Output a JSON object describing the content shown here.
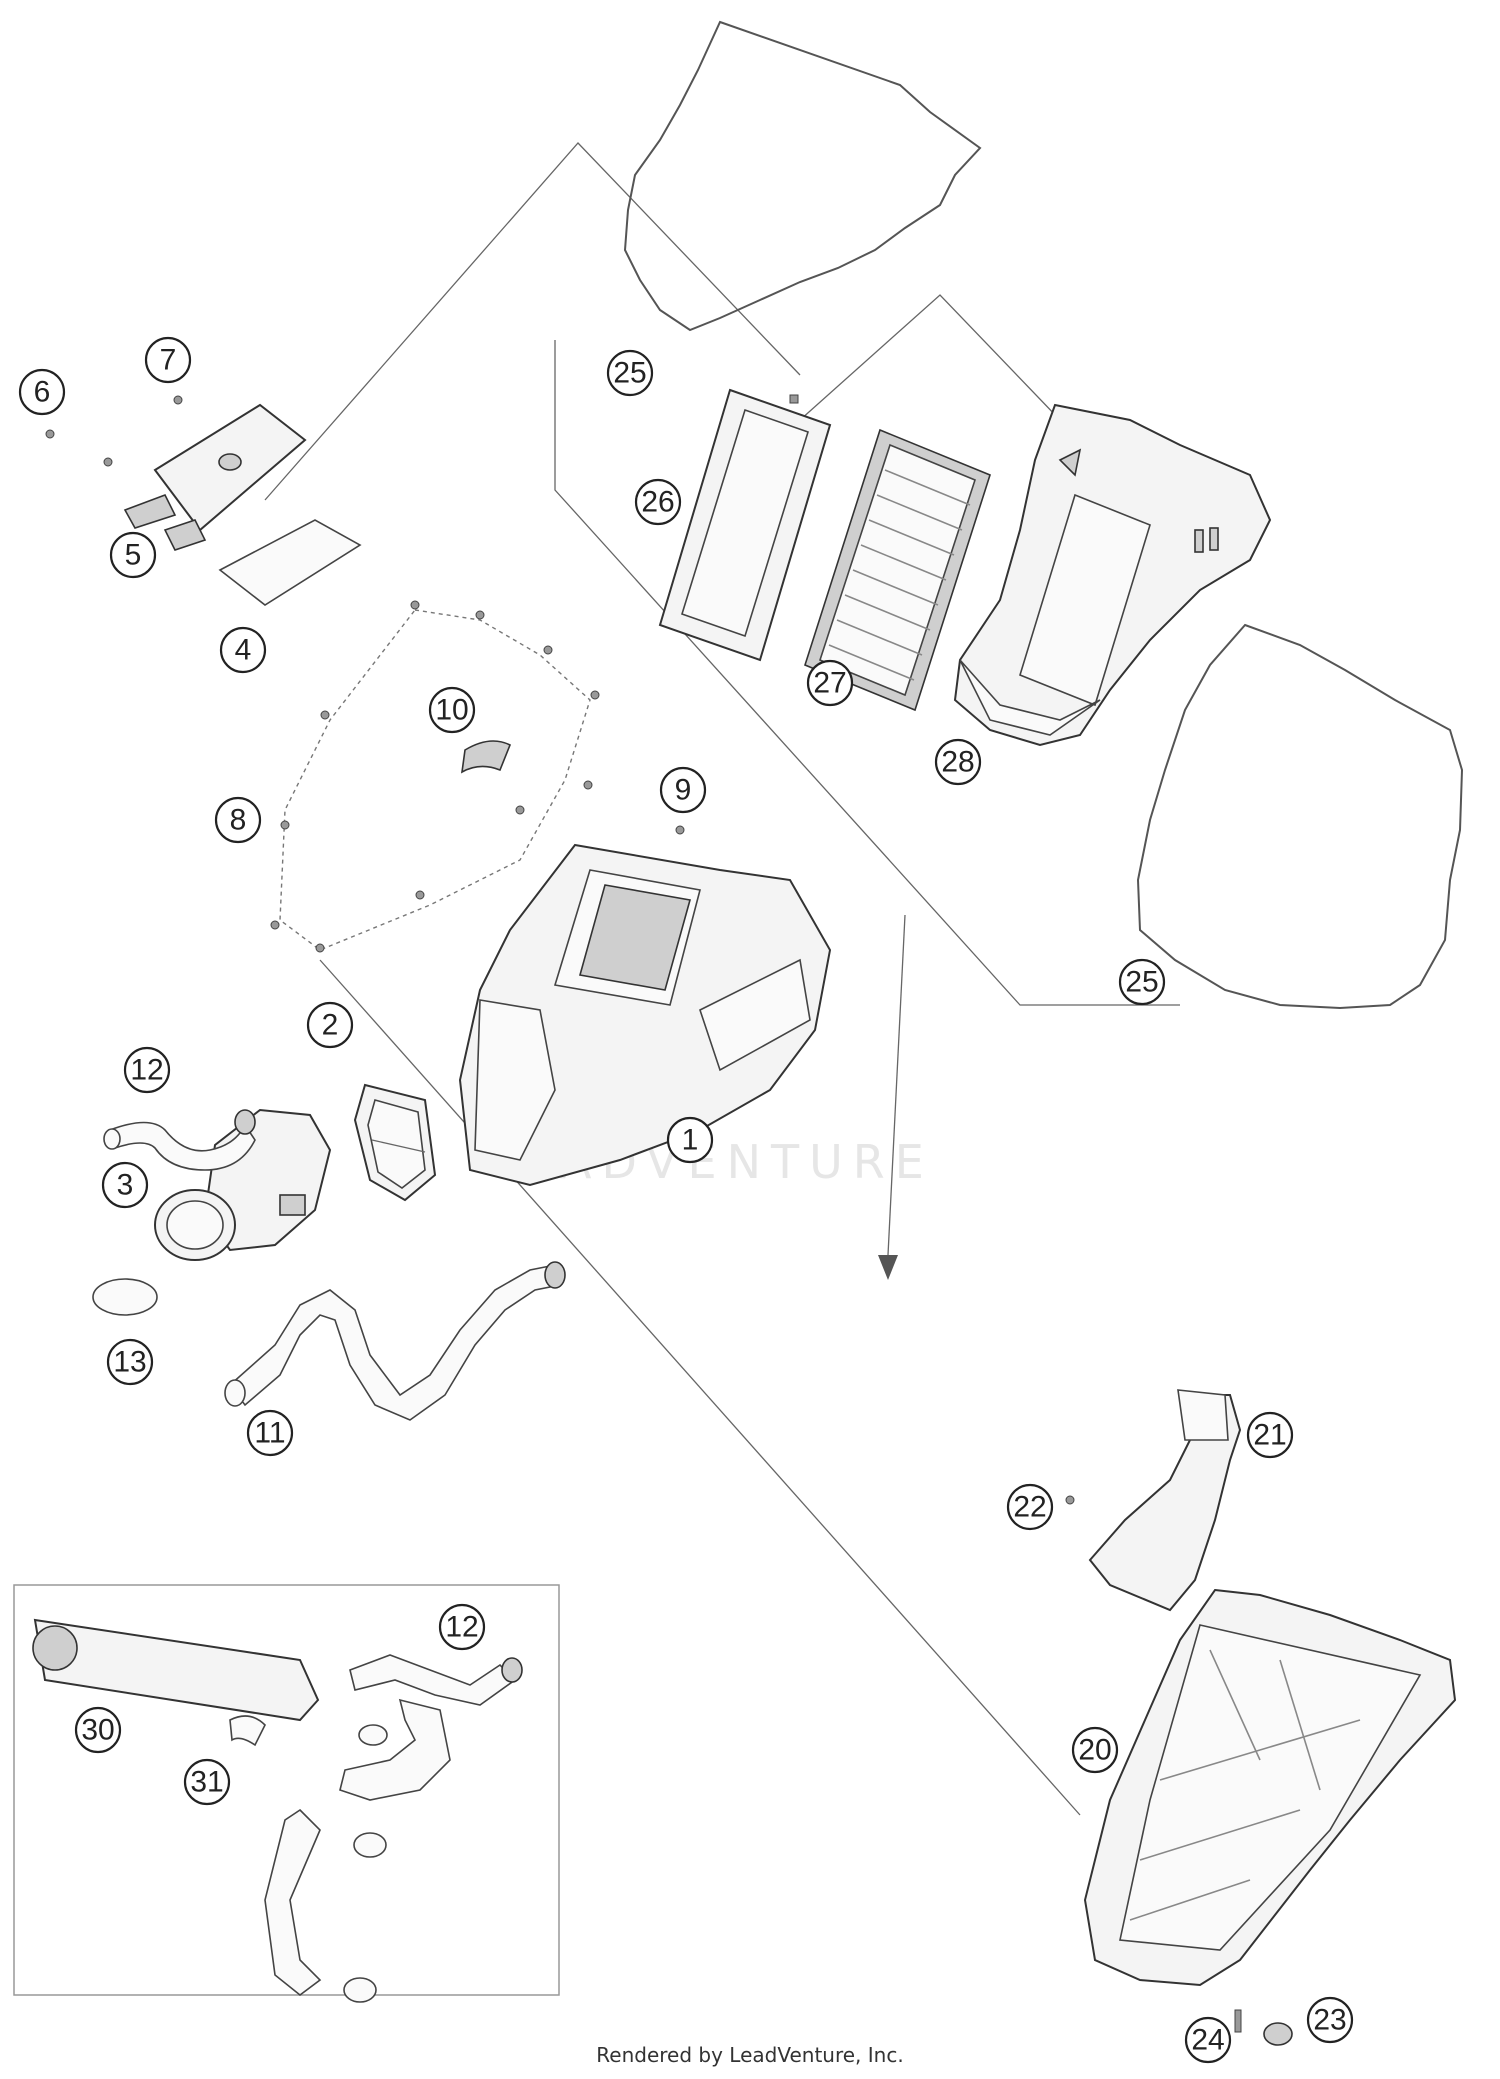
{
  "watermark": "ADVENTURE",
  "footer": "Rendered by LeadVenture, Inc.",
  "callouts": [
    {
      "id": "1",
      "label": "1"
    },
    {
      "id": "2",
      "label": "2"
    },
    {
      "id": "3",
      "label": "3"
    },
    {
      "id": "4",
      "label": "4"
    },
    {
      "id": "5",
      "label": "5"
    },
    {
      "id": "6",
      "label": "6"
    },
    {
      "id": "7",
      "label": "7"
    },
    {
      "id": "8",
      "label": "8"
    },
    {
      "id": "9",
      "label": "9"
    },
    {
      "id": "10",
      "label": "10"
    },
    {
      "id": "11",
      "label": "11"
    },
    {
      "id": "12a",
      "label": "12"
    },
    {
      "id": "12b",
      "label": "12"
    },
    {
      "id": "13",
      "label": "13"
    },
    {
      "id": "20",
      "label": "20"
    },
    {
      "id": "21",
      "label": "21"
    },
    {
      "id": "22",
      "label": "22"
    },
    {
      "id": "23",
      "label": "23"
    },
    {
      "id": "24",
      "label": "24"
    },
    {
      "id": "25a",
      "label": "25"
    },
    {
      "id": "25b",
      "label": "25"
    },
    {
      "id": "26",
      "label": "26"
    },
    {
      "id": "27",
      "label": "27"
    },
    {
      "id": "28",
      "label": "28"
    },
    {
      "id": "30",
      "label": "30"
    },
    {
      "id": "31",
      "label": "31"
    }
  ]
}
